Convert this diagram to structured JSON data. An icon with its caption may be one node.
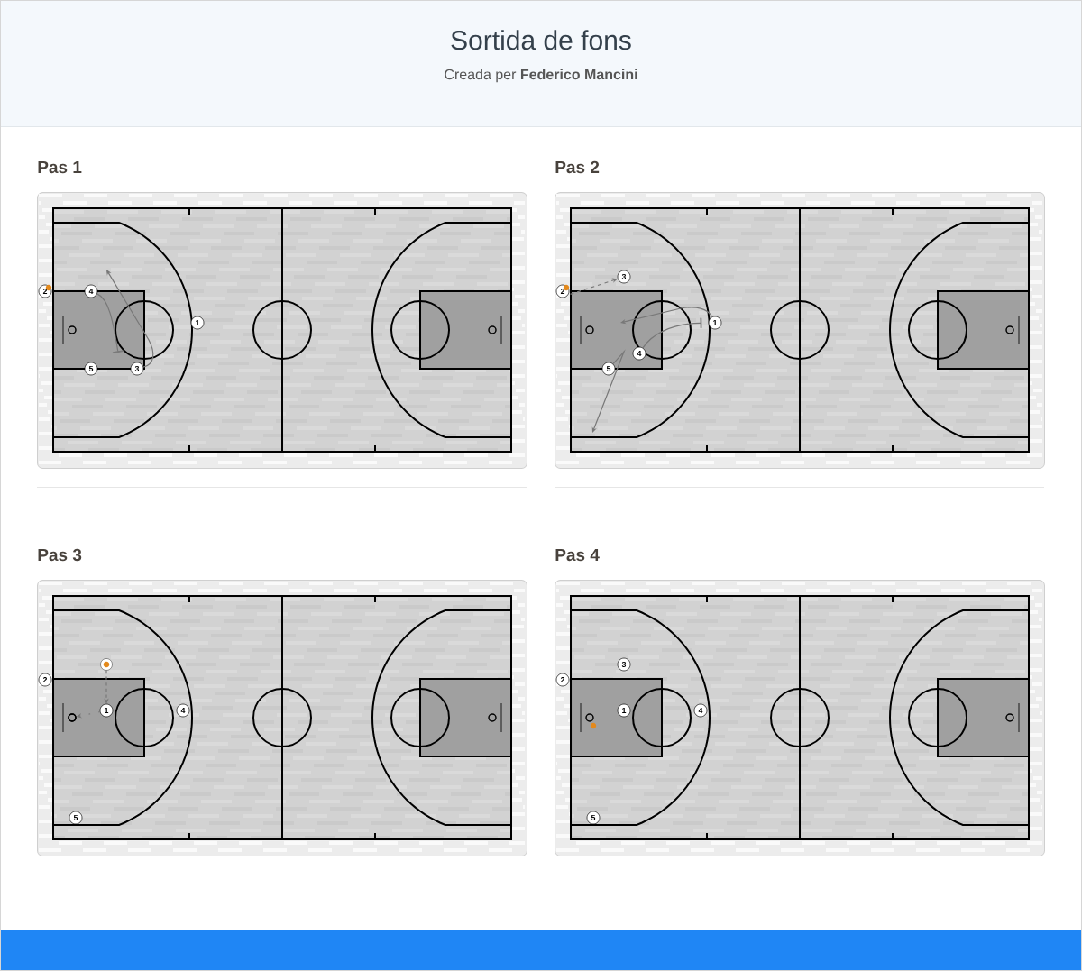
{
  "diagram": {
    "title": "Sortida de fons",
    "nodes": [
      {
        "text": [
          "Pas 1"
        ]
      },
      {
        "text": [
          "2"
        ],
        "in": 0
      },
      {
        "text": [
          "4"
        ],
        "in": 0
      },
      {
        "text": [
          "1"
        ],
        "in": 0
      },
      {
        "text": [
          "5"
        ],
        "in": 0
      },
      {
        "text": [
          "3"
        ],
        "in": 0
      },
      {
        "text": [
          "Pas 2"
        ]
      },
      {
        "text": [
          "3"
        ],
        "in": 6
      },
      {
        "text": [
          "2"
        ],
        "in": 6
      },
      {
        "text": [
          "1"
        ],
        "in": 6
      },
      {
        "text": [
          "4"
        ],
        "in": 6
      },
      {
        "text": [
          "5"
        ],
        "in": 6
      },
      {
        "text": [
          "Pas 3"
        ]
      },
      {
        "text": [],
        "shape": "circle",
        "in": 12
      },
      {
        "text": [
          "2"
        ],
        "in": 12
      },
      {
        "text": [
          "1"
        ],
        "in": 12
      },
      {
        "text": [
          "4"
        ],
        "in": 12
      },
      {
        "text": [],
        "shape": "circle",
        "in": 12
      },
      {
        "text": [
          "5"
        ],
        "in": 12
      },
      {
        "text": [
          "Pas 4"
        ]
      },
      {
        "text": [
          "3"
        ],
        "in": 19
      },
      {
        "text": [
          "2"
        ],
        "in": 19
      },
      {
        "text": [
          "1"
        ],
        "in": 19
      },
      {
        "text": [
          "4"
        ],
        "in": 19
      },
      {
        "text": [
          "5"
        ],
        "in": 19
      }
    ],
    "edges": [
      {
        "from": 5,
        "to": null,
        "arrow": "to"
      },
      {
        "from": 2,
        "to": null,
        "arrow": "other"
      },
      {
        "from": 8,
        "to": 7,
        "arrow": "to",
        "style": "dashed"
      },
      {
        "from": 9,
        "to": null,
        "arrow": "to"
      },
      {
        "from": 10,
        "to": 9,
        "arrow": "other"
      },
      {
        "from": 11,
        "to": null,
        "arrow": "to"
      },
      {
        "from": 13,
        "to": 15,
        "arrow": "to",
        "style": "dashed"
      },
      {
        "from": 15,
        "to": 17,
        "arrow": "to",
        "style": "dashed"
      }
    ],
    "labels": [
      "Creada per **Federico Mancini**"
    ]
  }
}
